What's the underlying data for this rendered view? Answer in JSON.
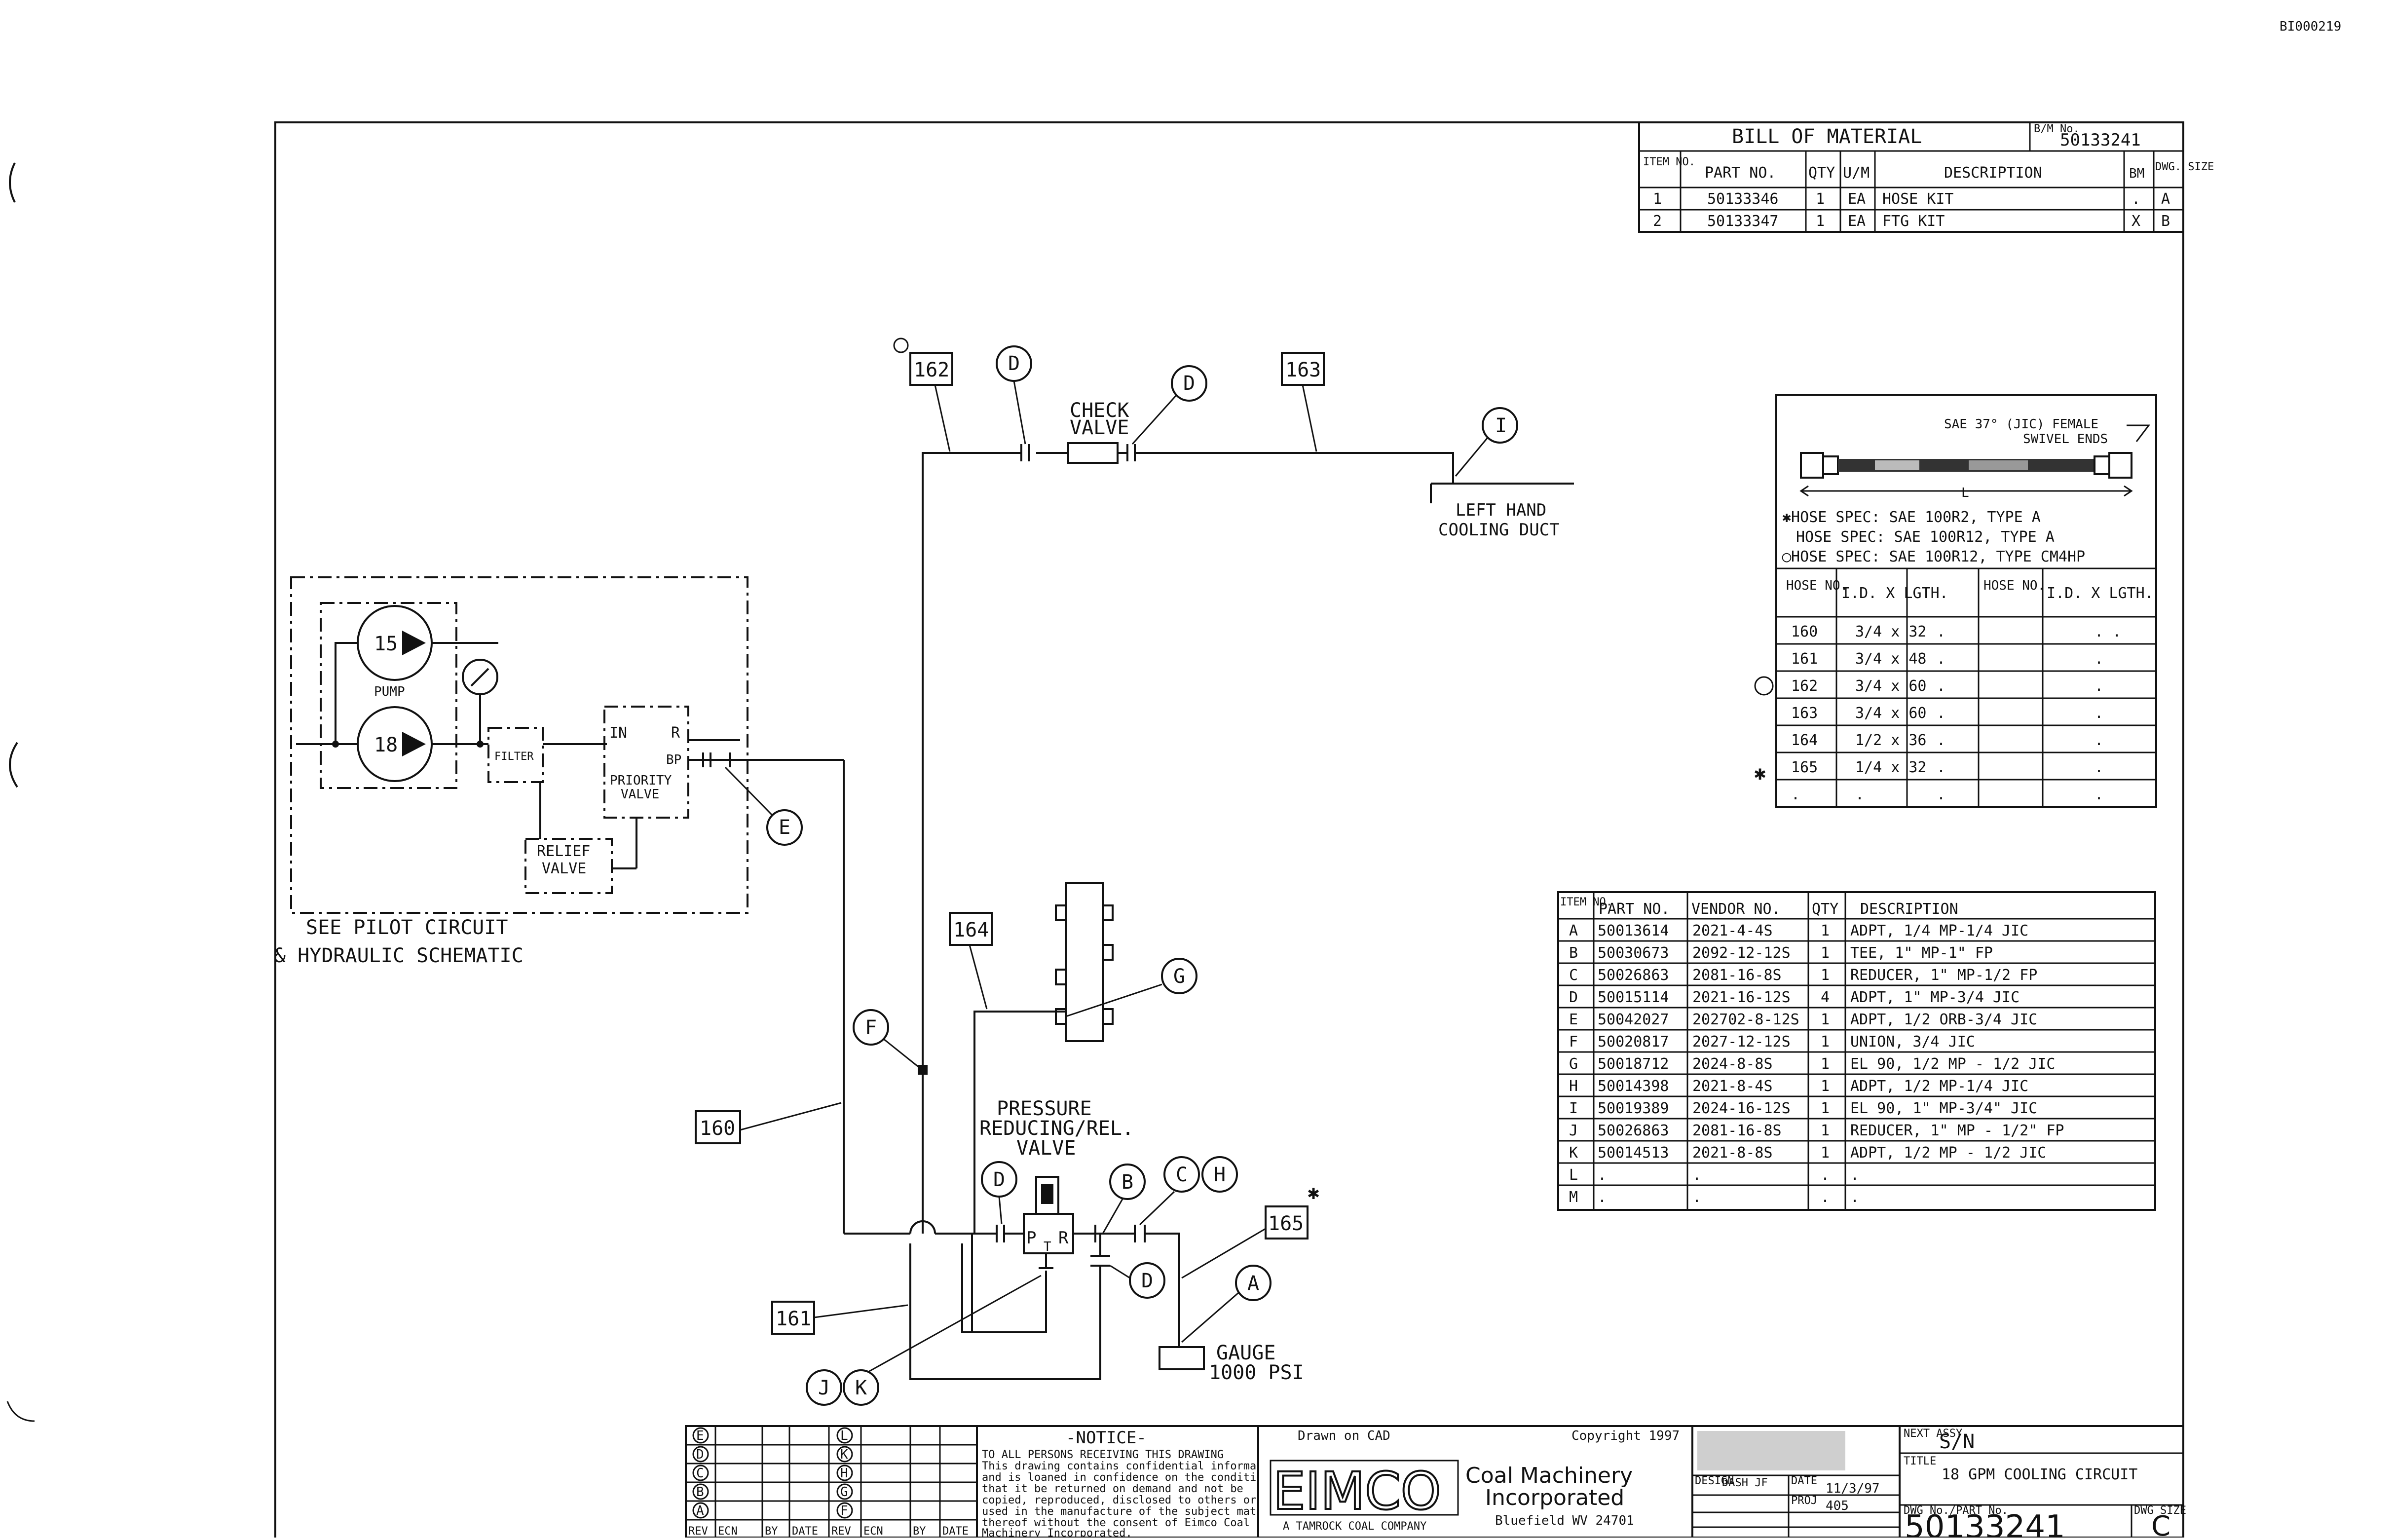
{
  "doc_id": "BI000219",
  "bom": {
    "title": "BILL OF MATERIAL",
    "bm_label": "B/M No.",
    "bm_no": "50133241",
    "headers": [
      "ITEM NO.",
      "PART NO.",
      "QTY",
      "U/M",
      "DESCRIPTION",
      "BM",
      "DWG. SIZE"
    ],
    "rows": [
      [
        "1",
        "50133346",
        "1",
        "EA",
        "HOSE KIT",
        ".",
        "A"
      ],
      [
        "2",
        "50133347",
        "1",
        "EA",
        "FTG KIT",
        "X",
        "B"
      ]
    ]
  },
  "hose": {
    "header1": "SAE 37° (JIC) FEMALE",
    "header2": "SWIVEL ENDS",
    "length_label": "L",
    "spec1": "✱HOSE SPEC: SAE 100R2, TYPE A",
    "spec2": "HOSE SPEC: SAE 100R12, TYPE A",
    "spec3": "◯HOSE SPEC: SAE 100R12, TYPE CM4HP",
    "col1": "HOSE NO.",
    "col2": "I.D. X LGTH.",
    "col3": "HOSE NO.",
    "col4": "I.D. X LGTH.",
    "rows": [
      [
        "160",
        "3/4 x 32",
        ".",
        ". ."
      ],
      [
        "161",
        "3/4 x 48",
        ".",
        "."
      ],
      [
        "162",
        "3/4 x 60",
        ".",
        "."
      ],
      [
        "163",
        "3/4 x 60",
        ".",
        "."
      ],
      [
        "164",
        "1/2 x 36",
        ".",
        "."
      ],
      [
        "165",
        "1/4 x 32",
        ".",
        "."
      ],
      [
        ".",
        ".",
        ".",
        "."
      ]
    ]
  },
  "parts": {
    "headers": [
      "ITEM NO.",
      "PART NO.",
      "VENDOR NO.",
      "QTY",
      "DESCRIPTION"
    ],
    "rows": [
      [
        "A",
        "50013614",
        "2021-4-4S",
        "1",
        "ADPT, 1/4 MP-1/4 JIC"
      ],
      [
        "B",
        "50030673",
        "2092-12-12S",
        "1",
        "TEE, 1\" MP-1\" FP"
      ],
      [
        "C",
        "50026863",
        "2081-16-8S",
        "1",
        "REDUCER, 1\" MP-1/2 FP"
      ],
      [
        "D",
        "50015114",
        "2021-16-12S",
        "4",
        "ADPT, 1\" MP-3/4 JIC"
      ],
      [
        "E",
        "50042027",
        "202702-8-12S",
        "1",
        "ADPT, 1/2 ORB-3/4 JIC"
      ],
      [
        "F",
        "50020817",
        "2027-12-12S",
        "1",
        "UNION, 3/4 JIC"
      ],
      [
        "G",
        "50018712",
        "2024-8-8S",
        "1",
        "EL 90, 1/2 MP - 1/2 JIC"
      ],
      [
        "H",
        "50014398",
        "2021-8-4S",
        "1",
        "ADPT, 1/2 MP-1/4 JIC"
      ],
      [
        "I",
        "50019389",
        "2024-16-12S",
        "1",
        "EL 90, 1\" MP-3/4\" JIC"
      ],
      [
        "J",
        "50026863",
        "2081-16-8S",
        "1",
        "REDUCER, 1\" MP - 1/2\" FP"
      ],
      [
        "K",
        "50014513",
        "2021-8-8S",
        "1",
        "ADPT, 1/2 MP - 1/2 JIC"
      ],
      [
        "L",
        ".",
        ".",
        ".",
        "."
      ],
      [
        "M",
        ".",
        ".",
        ".",
        "."
      ]
    ]
  },
  "labels": {
    "check_valve_1": "CHECK",
    "check_valve_2": "VALVE",
    "cooling_1": "LEFT HAND",
    "cooling_2": "COOLING DUCT",
    "pump": "PUMP",
    "pump_15": "15",
    "pump_18": "18",
    "filter": "FILTER",
    "priority_in": "IN",
    "priority_r": "R",
    "priority_bp": "BP",
    "priority_1": "PRIORITY",
    "priority_2": "VALVE",
    "relief_1": "RELIEF",
    "relief_2": "VALVE",
    "see_1": "SEE PILOT CIRCUIT",
    "see_2": "& HYDRAULIC SCHEMATIC",
    "prv_1": "PRESSURE",
    "prv_2": "REDUCING/REL.",
    "prv_3": "VALVE",
    "prv_p": "P",
    "prv_t": "T",
    "prv_r": "R",
    "gauge_1": "GAUGE",
    "gauge_2": "1000 PSI",
    "asterisk": "✱",
    "hose_160": "160",
    "hose_161": "161",
    "hose_162": "162",
    "hose_163": "163",
    "hose_164": "164",
    "hose_165": "165",
    "bubble_a": "A",
    "bubble_b": "B",
    "bubble_c": "C",
    "bubble_d": "D",
    "bubble_e": "E",
    "bubble_f": "F",
    "bubble_g": "G",
    "bubble_h": "H",
    "bubble_i": "I",
    "bubble_j": "J",
    "bubble_k": "K"
  },
  "title_block": {
    "notice_title": "-NOTICE-",
    "notice_1": "TO ALL PERSONS RECEIVING THIS DRAWING",
    "notice_2": "This drawing contains confidential information",
    "notice_3": "and is loaned in confidence on the conditions",
    "notice_4": "that it be returned on demand and not be",
    "notice_5": "copied, reproduced, disclosed to others or",
    "notice_6": "used in the manufacture of the subject matter",
    "notice_7": "thereof without the consent of Eimco Coal",
    "notice_8": "Machinery Incorporated.",
    "rev_letters_left": [
      "E",
      "D",
      "C",
      "B",
      "A"
    ],
    "rev_letters_right": [
      "L",
      "K",
      "H",
      "G",
      "F"
    ],
    "rev_headers": [
      "REV",
      "ECN",
      "BY",
      "DATE",
      "REV",
      "ECN",
      "BY",
      "DATE"
    ],
    "drawn_on": "Drawn on CAD",
    "copyright": "Copyright 1997",
    "logo": "EIMCO",
    "company_1": "Coal Machinery",
    "company_2": "Incorporated",
    "location": "Bluefield WV 24701",
    "logo_sub": "A TAMROCK COAL COMPANY",
    "drawn_label": "DESIGN",
    "drawn_by": "DASH JF",
    "date_label": "DATE",
    "date": "11/3/97",
    "proj_label": "PROJ",
    "proj": "405",
    "next_label": "NEXT ASSY.",
    "next_value": "S/N",
    "title_label": "TITLE",
    "title": "18 GPM COOLING CIRCUIT",
    "dwg_label": "DWG No./PART No.",
    "dwg_no": "50133241",
    "size_label": "DWG SIZE",
    "size": "C"
  }
}
